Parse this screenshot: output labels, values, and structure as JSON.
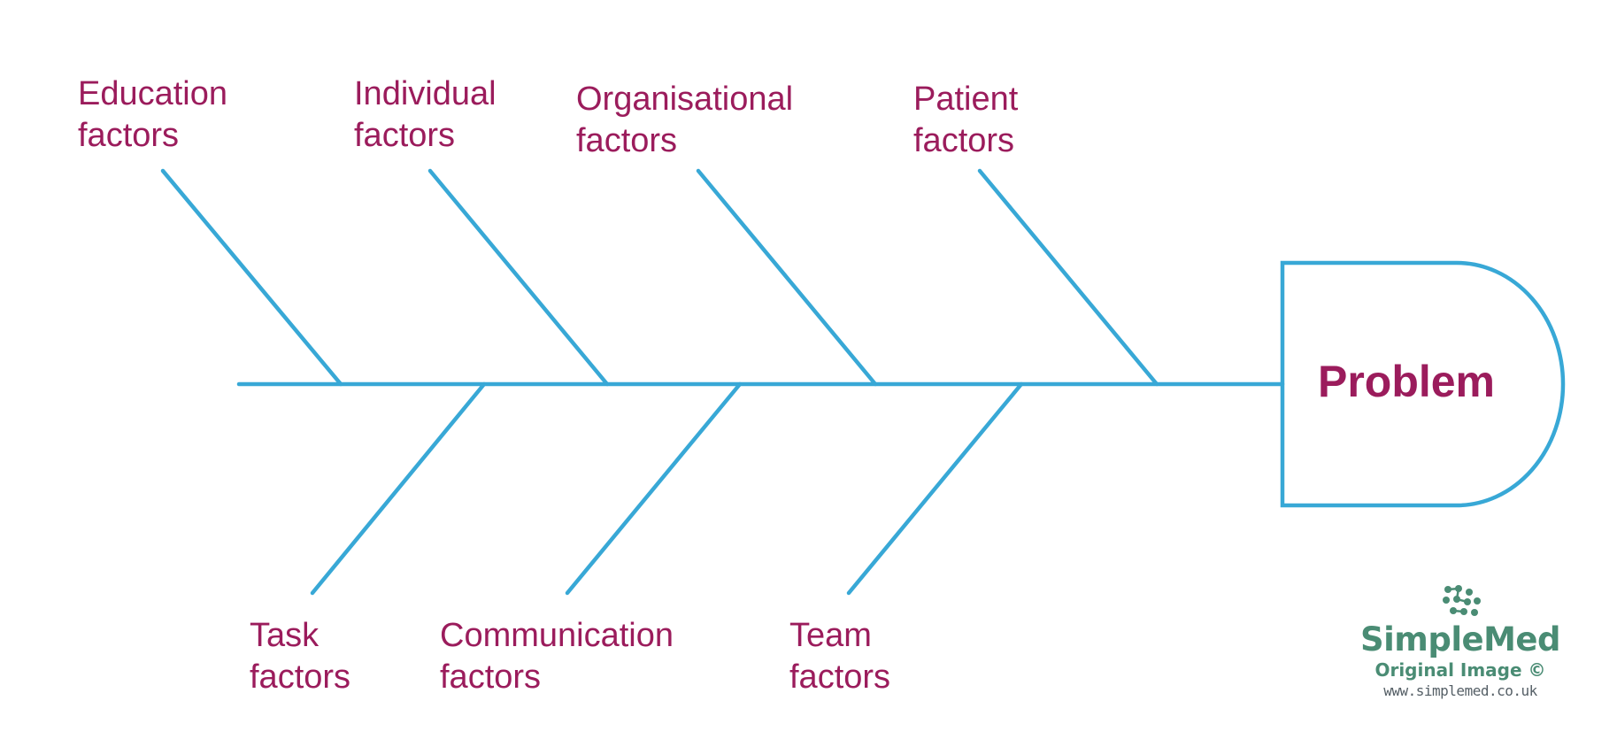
{
  "diagram": {
    "type": "fishbone",
    "problem": "Problem",
    "categories_top": [
      {
        "line1": "Education",
        "line2": "factors"
      },
      {
        "line1": "Individual",
        "line2": "factors"
      },
      {
        "line1": "Organisational",
        "line2": "factors"
      },
      {
        "line1": "Patient",
        "line2": "factors"
      }
    ],
    "categories_bottom": [
      {
        "line1": "Task",
        "line2": "factors"
      },
      {
        "line1": "Communication",
        "line2": "factors"
      },
      {
        "line1": "Team",
        "line2": "factors"
      }
    ]
  },
  "watermark": {
    "brand": "SimpleMed",
    "subtitle": "Original Image ©",
    "url": "www.simplemed.co.uk"
  },
  "colors": {
    "line": "#38a8d6",
    "text": "#9b1c5c",
    "brand": "#4a8c74"
  }
}
